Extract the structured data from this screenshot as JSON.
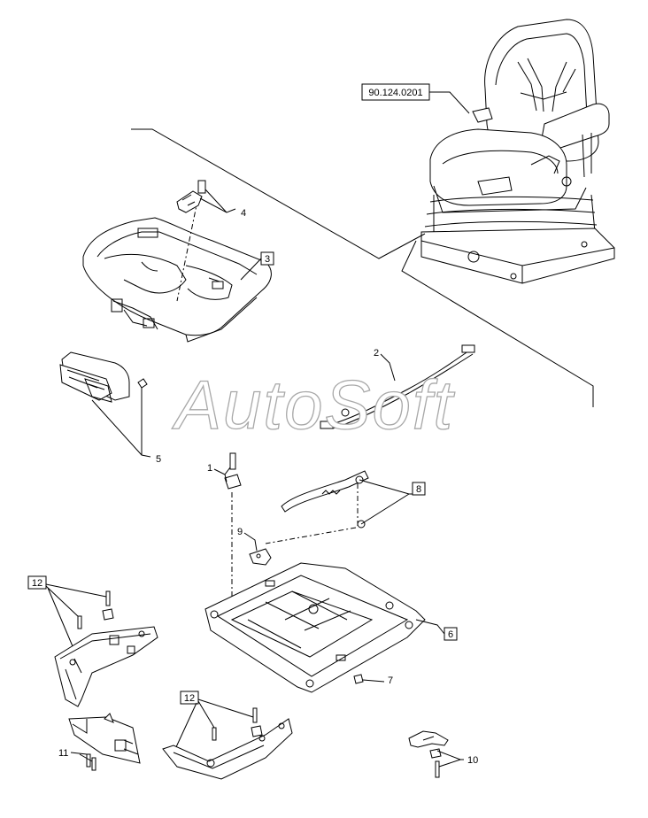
{
  "watermark": "AutoSoft",
  "ref_label": "90.124.0201",
  "callouts": {
    "c1": "1",
    "c2": "2",
    "c3": "3",
    "c4": "4",
    "c5": "5",
    "c6": "6",
    "c7": "7",
    "c8": "8",
    "c9": "9",
    "c10": "10",
    "c11": "11",
    "c12a": "12",
    "c12b": "12"
  }
}
